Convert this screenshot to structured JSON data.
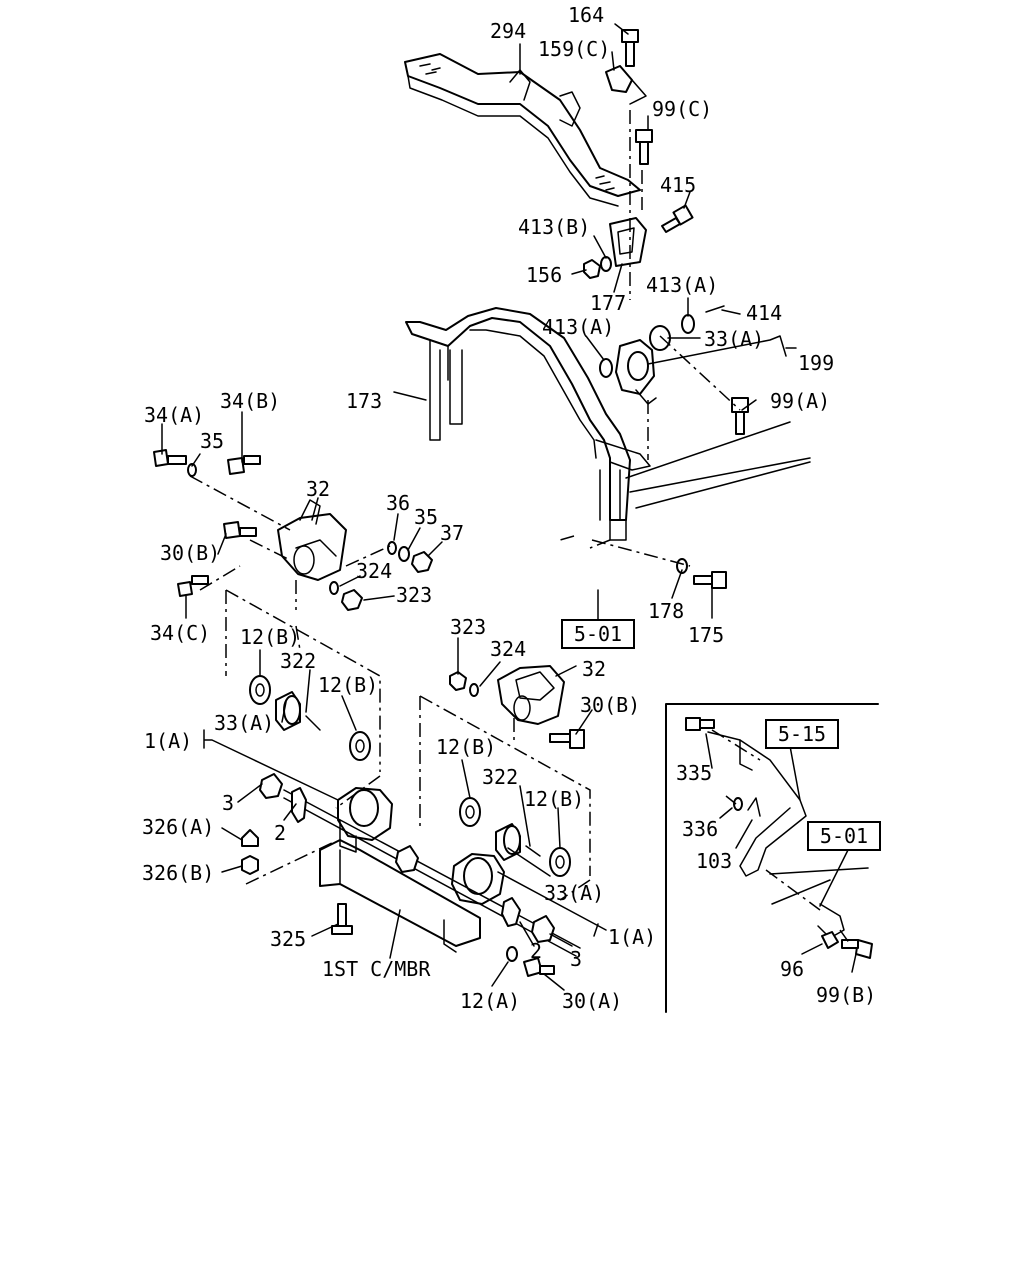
{
  "callouts": [
    {
      "id": "c164",
      "text": "164"
    },
    {
      "id": "c294",
      "text": "294"
    },
    {
      "id": "c159c",
      "text": "159(C)"
    },
    {
      "id": "c99c",
      "text": "99(C)"
    },
    {
      "id": "c415",
      "text": "415"
    },
    {
      "id": "c413b",
      "text": "413(B)"
    },
    {
      "id": "c156",
      "text": "156"
    },
    {
      "id": "c177",
      "text": "177"
    },
    {
      "id": "c413a1",
      "text": "413(A)"
    },
    {
      "id": "c414",
      "text": "414"
    },
    {
      "id": "c413a2",
      "text": "413(A)"
    },
    {
      "id": "c33a1",
      "text": "33(A)"
    },
    {
      "id": "c199",
      "text": "199"
    },
    {
      "id": "c173",
      "text": "173"
    },
    {
      "id": "c99a",
      "text": "99(A)"
    },
    {
      "id": "c34a",
      "text": "34(A)"
    },
    {
      "id": "c34b",
      "text": "34(B)"
    },
    {
      "id": "c35a",
      "text": "35"
    },
    {
      "id": "c32a",
      "text": "32"
    },
    {
      "id": "c36",
      "text": "36"
    },
    {
      "id": "c35b",
      "text": "35"
    },
    {
      "id": "c37",
      "text": "37"
    },
    {
      "id": "c30b1",
      "text": "30(B)"
    },
    {
      "id": "c324a",
      "text": "324"
    },
    {
      "id": "c323a",
      "text": "323"
    },
    {
      "id": "c34c",
      "text": "34(C)"
    },
    {
      "id": "c178",
      "text": "178"
    },
    {
      "id": "c175",
      "text": "175"
    },
    {
      "id": "c12b1",
      "text": "12(B)"
    },
    {
      "id": "c322a",
      "text": "322"
    },
    {
      "id": "c12b2",
      "text": "12(B)"
    },
    {
      "id": "c33a2",
      "text": "33(A)"
    },
    {
      "id": "c1a1",
      "text": "1(A)"
    },
    {
      "id": "c323b",
      "text": "323"
    },
    {
      "id": "c324b",
      "text": "324"
    },
    {
      "id": "c32b",
      "text": "32"
    },
    {
      "id": "c30b2",
      "text": "30(B)"
    },
    {
      "id": "c12b3",
      "text": "12(B)"
    },
    {
      "id": "c322b",
      "text": "322"
    },
    {
      "id": "c12b4",
      "text": "12(B)"
    },
    {
      "id": "c3a",
      "text": "3"
    },
    {
      "id": "c326a",
      "text": "326(A)"
    },
    {
      "id": "c2a",
      "text": "2"
    },
    {
      "id": "c326b",
      "text": "326(B)"
    },
    {
      "id": "c33a3",
      "text": "33(A)"
    },
    {
      "id": "c1a2",
      "text": "1(A)"
    },
    {
      "id": "c325",
      "text": "325"
    },
    {
      "id": "c2b",
      "text": "2"
    },
    {
      "id": "c3b",
      "text": "3"
    },
    {
      "id": "c1stcmbr",
      "text": "1ST C/MBR"
    },
    {
      "id": "c12a",
      "text": "12(A)"
    },
    {
      "id": "c30a",
      "text": "30(A)"
    },
    {
      "id": "c335",
      "text": "335"
    },
    {
      "id": "c336",
      "text": "336"
    },
    {
      "id": "c103",
      "text": "103"
    },
    {
      "id": "c96",
      "text": "96"
    },
    {
      "id": "c99b",
      "text": "99(B)"
    }
  ],
  "references": [
    {
      "id": "ref501a",
      "text": "5-01"
    },
    {
      "id": "ref515",
      "text": "5-15"
    },
    {
      "id": "ref501b",
      "text": "5-01"
    }
  ]
}
